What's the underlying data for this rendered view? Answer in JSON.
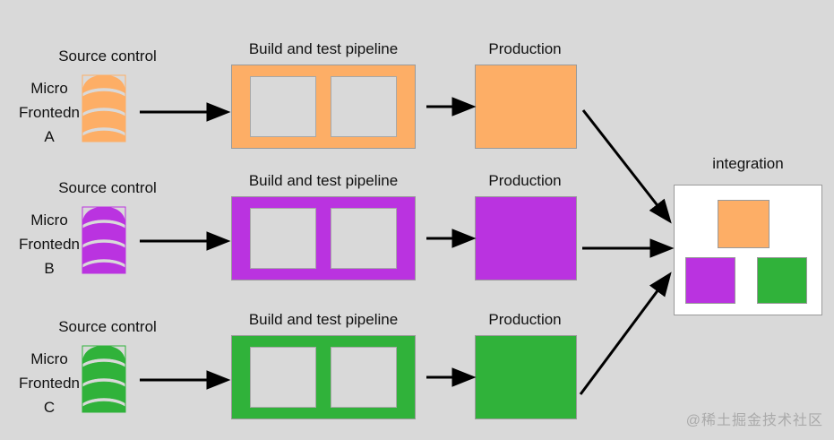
{
  "diagram": {
    "title_labels": {
      "source_control": "Source control",
      "pipeline": "Build and test pipeline",
      "production": "Production",
      "integration": "integration"
    },
    "background_color": "#d9d9d9",
    "rows": [
      {
        "id": "a",
        "color": "#fdae66",
        "source_label_line1": "Micro",
        "source_label_line2": "Frontedn",
        "source_label_line3": "A",
        "source_control_label": "Source control",
        "pipeline_label": "Build and test pipeline",
        "production_label": "Production"
      },
      {
        "id": "b",
        "color": "#ba33e0",
        "source_label_line1": "Micro",
        "source_label_line2": "Frontedn",
        "source_label_line3": "B",
        "source_control_label": "Source control",
        "pipeline_label": "Build and test pipeline",
        "production_label": "Production"
      },
      {
        "id": "c",
        "color": "#30b23a",
        "source_label_line1": "Micro",
        "source_label_line2": "Frontedn",
        "source_label_line3": "C",
        "source_control_label": "Source control",
        "pipeline_label": "Build and test pipeline",
        "production_label": "Production"
      }
    ],
    "integration": {
      "label": "integration",
      "panel_color": "#ffffff",
      "squares": [
        {
          "id": "orange",
          "color": "#fdae66"
        },
        {
          "id": "purple",
          "color": "#ba33e0"
        },
        {
          "id": "green",
          "color": "#30b23a"
        }
      ]
    },
    "watermark": "@稀土掘金技术社区"
  }
}
